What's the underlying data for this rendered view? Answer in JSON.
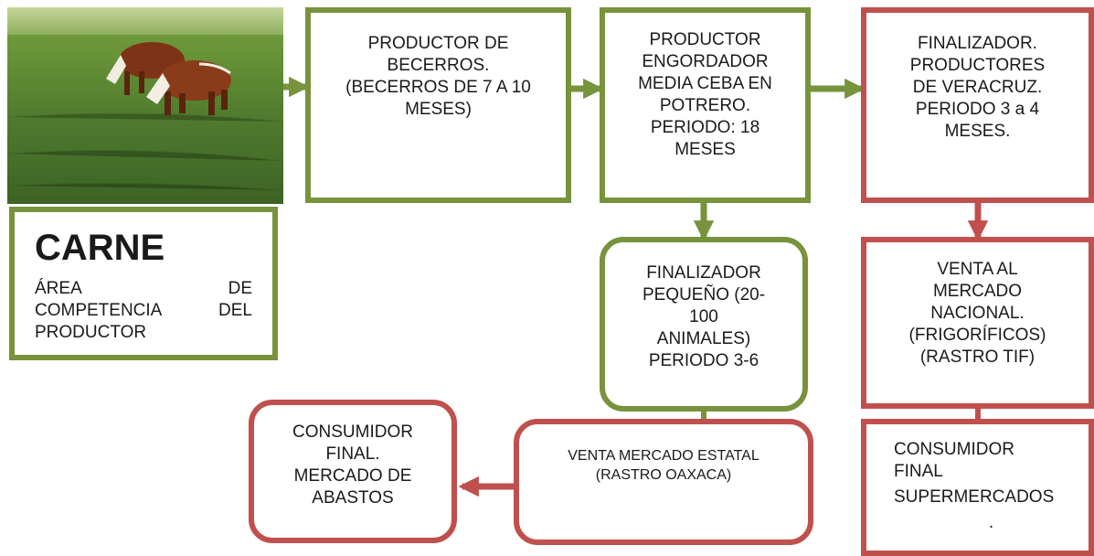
{
  "carne_box": {
    "title": "CARNE",
    "desc_lines": [
      [
        "ÁREA",
        "DE"
      ],
      [
        "COMPETENCIA",
        "DEL"
      ],
      [
        "PRODUCTOR"
      ]
    ]
  },
  "boxes": {
    "productor_becerros": [
      "PRODUCTOR DE",
      "BECERROS.",
      "(BECERROS DE 7 A 10",
      "MESES)"
    ],
    "productor_engordador": [
      "PRODUCTOR",
      "ENGORDADOR",
      "MEDIA CEBA EN",
      "POTRERO.",
      "PERIODO: 18",
      "MESES"
    ],
    "finalizador_veracruz": [
      "FINALIZADOR.",
      "PRODUCTORES",
      "DE VERACRUZ.",
      "PERIODO 3 a 4",
      "MESES."
    ],
    "finalizador_pequeno": [
      "FINALIZADOR",
      "PEQUEÑO (20-",
      "100",
      "ANIMALES)",
      "PERIODO 3-6"
    ],
    "venta_nacional": [
      "VENTA AL",
      "MERCADO",
      "NACIONAL.",
      "(FRIGORÍFICOS)",
      "(RASTRO TIF)"
    ],
    "venta_estatal": [
      "VENTA MERCADO ESTATAL",
      "(RASTRO OAXACA)"
    ],
    "consumidor_abastos": [
      "CONSUMIDOR",
      "FINAL.",
      "MERCADO DE",
      "ABASTOS"
    ],
    "consumidor_supermercados": [
      "CONSUMIDOR",
      "FINAL",
      "SUPERMERCADOS",
      "."
    ]
  },
  "colors": {
    "green": "#77933c",
    "red": "#c0504d",
    "grass": "#4f7a2e",
    "cattle": "#8a3c1a"
  },
  "icons": {
    "photo": "cattle-grazing-photo"
  }
}
